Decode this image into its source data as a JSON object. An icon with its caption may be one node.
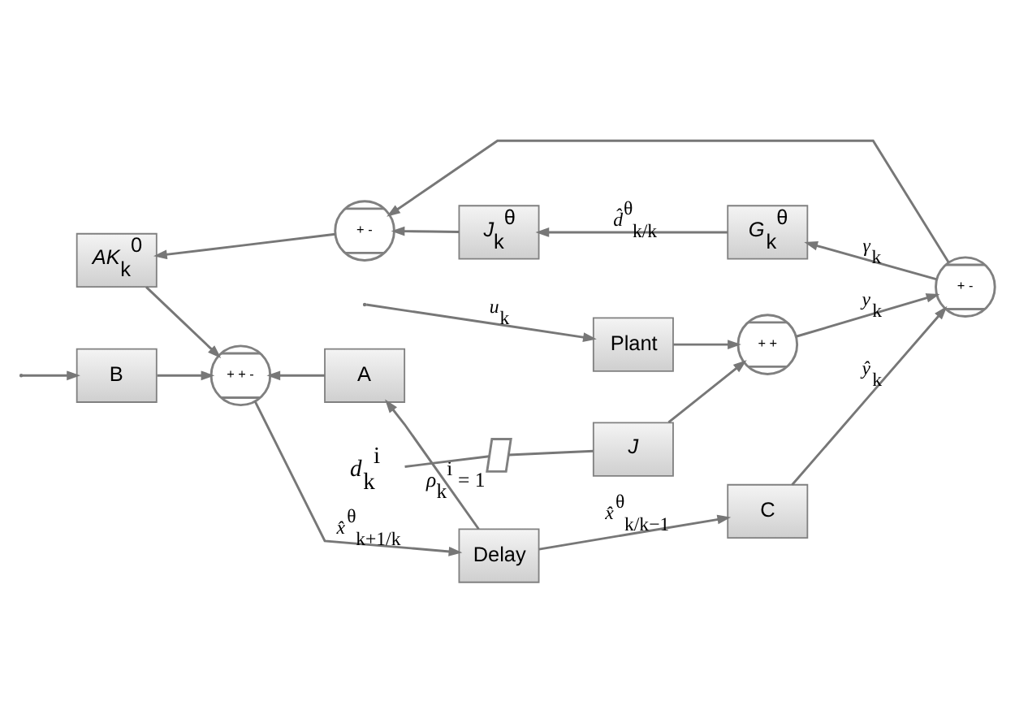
{
  "diagram": {
    "nodes": [
      {
        "text": [
          "*d*$_{k}$$^{i}$"
        ]
      },
      {
        "text": [],
        "shape": "switch",
        "beside": [
          "*ρ*$_{k}$$^{i}$ = 1"
        ]
      },
      {
        "text": [
          "*J*"
        ]
      },
      {
        "text": [
          "Plant"
        ]
      },
      {
        "text": [
          "+",
          "+"
        ]
      },
      {
        "text": [
          "+",
          "-"
        ]
      },
      {
        "text": [
          "+",
          "-"
        ]
      },
      {
        "text": [
          "*AK*$_{k}$$^{0}$"
        ]
      },
      {
        "text": [
          "*J*$_{k}$$^{θ}$"
        ]
      },
      {
        "text": [
          "*G*$_{k}$$^{θ}$"
        ]
      },
      {
        "text": [
          "B"
        ]
      },
      {
        "text": [
          "+",
          "+",
          "-"
        ]
      },
      {
        "text": [
          "Delay"
        ]
      },
      {
        "text": [
          "C"
        ]
      },
      {
        "text": [
          "A"
        ]
      }
    ],
    "edges": [
      {
        "from": 0,
        "to": 1,
        "arrow": "none"
      },
      {
        "from": 1,
        "to": 2,
        "arrow": "none"
      },
      {
        "from": 2,
        "to": 4,
        "arrow": "to"
      },
      {
        "from": null,
        "to": 3,
        "arrow": "to",
        "label": "*u*$_{k}$"
      },
      {
        "from": null,
        "to": 10,
        "arrow": "to"
      },
      {
        "from": 3,
        "to": 4,
        "arrow": "to"
      },
      {
        "from": 4,
        "to": 5,
        "arrow": "to",
        "label": "*y*$_{k}$"
      },
      {
        "from": 5,
        "to": 9,
        "arrow": "to",
        "label": "*γ*$_{k}$"
      },
      {
        "from": 5,
        "to": 6,
        "arrow": "to"
      },
      {
        "from": 9,
        "to": 8,
        "arrow": "to",
        "label": "*d̂*$^{θ}$$_{k/k}$"
      },
      {
        "from": 8,
        "to": 6,
        "arrow": "to"
      },
      {
        "from": 6,
        "to": 7,
        "arrow": "to"
      },
      {
        "from": 7,
        "to": 11,
        "arrow": "to"
      },
      {
        "from": 10,
        "to": 11,
        "arrow": "to"
      },
      {
        "from": 11,
        "to": 12,
        "arrow": "to",
        "label": "*x̂*$^{θ}$$_{k+1/k}$"
      },
      {
        "from": 12,
        "to": 13,
        "arrow": "to",
        "label": "*x̂*$^{θ}$$_{k/k−1}$"
      },
      {
        "from": 12,
        "to": 14,
        "arrow": "to"
      },
      {
        "from": 14,
        "to": 11,
        "arrow": "to"
      },
      {
        "from": 13,
        "to": 5,
        "arrow": "to",
        "label": "*ŷ*$_{k}$"
      }
    ]
  }
}
